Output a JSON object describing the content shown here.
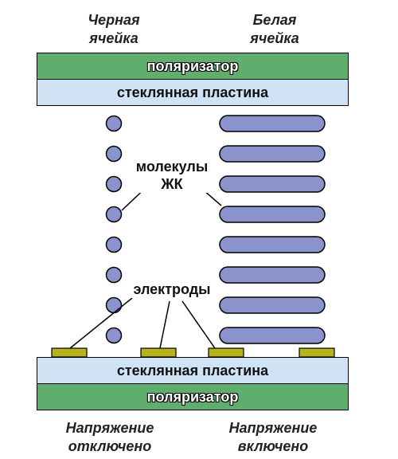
{
  "captions": {
    "top_left": [
      "Черная",
      "ячейка"
    ],
    "top_right": [
      "Белая",
      "ячейка"
    ],
    "bottom_left": [
      "Напряжение",
      "отключено"
    ],
    "bottom_right": [
      "Напряжение",
      "включено"
    ]
  },
  "layers": {
    "top_polarizer": "поляризатор",
    "top_glass": "стеклянная пластина",
    "bottom_glass": "стеклянная пластина",
    "bottom_polarizer": "поляризатор"
  },
  "labels": {
    "molecules": [
      "молекулы",
      "ЖК"
    ],
    "electrodes": "электроды"
  },
  "colors": {
    "polarizer": "#5fae6e",
    "glass": "#cfe3f5",
    "molecule": "#8a93cc",
    "electrode": "#b6b31e"
  },
  "counts": {
    "left_molecules": 8,
    "right_molecules": 8,
    "electrodes": 4
  }
}
